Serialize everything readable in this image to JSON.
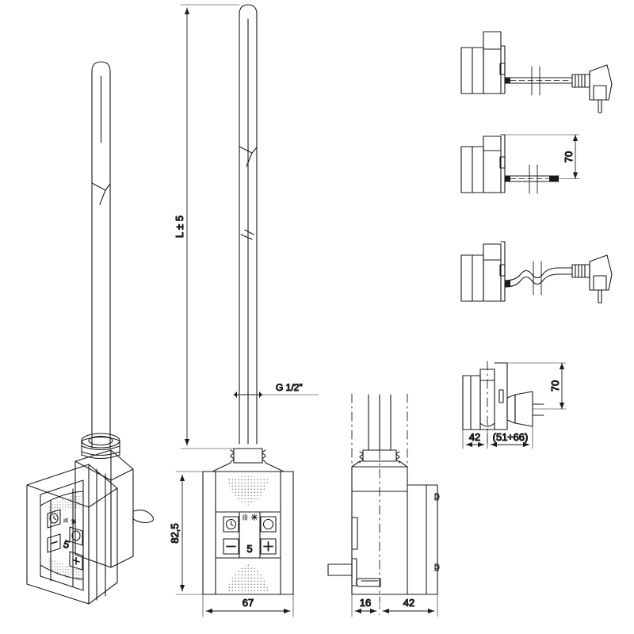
{
  "drawing": {
    "title": "Electric heating element with control head - technical drawing",
    "units": "mm",
    "line_color": "#1a1a1a",
    "dim_color": "#1a1a1a",
    "background": "#ffffff"
  },
  "dimensions": {
    "length_overall": "L ± 5",
    "thread": "G 1/2\"",
    "height_head": "82,5",
    "width_front": "67",
    "depth_offset": "16",
    "depth_body": "42",
    "bracket_height_a": "70",
    "bracket_height_b": "70",
    "cover_width": "42",
    "cover_range": "(51÷66)"
  },
  "control_panel": {
    "display_value": "5",
    "buttons": [
      {
        "name": "timer-button",
        "glyph": "clock"
      },
      {
        "name": "power-button",
        "glyph": "power"
      },
      {
        "name": "minus-button",
        "glyph": "minus"
      },
      {
        "name": "plus-button",
        "glyph": "plus"
      }
    ],
    "indicators": [
      {
        "name": "signal-indicator",
        "glyph": "bars"
      },
      {
        "name": "snowflake-indicator",
        "glyph": "snowflake"
      }
    ]
  },
  "variants": [
    {
      "id": "variant-straight-cable-plug",
      "label": "",
      "has_plug": true,
      "cable": "straight"
    },
    {
      "id": "variant-straight-cable-no-plug",
      "label": "",
      "has_plug": false,
      "cable": "straight",
      "dim": "70"
    },
    {
      "id": "variant-wavy-cable-plug",
      "label": "",
      "has_plug": true,
      "cable": "wavy"
    },
    {
      "id": "variant-masking-cover",
      "label": "",
      "has_plug": false,
      "cable": "none",
      "dim": "70"
    }
  ],
  "views": [
    {
      "id": "view-isometric",
      "name": "isometric-view"
    },
    {
      "id": "view-front",
      "name": "front-view"
    },
    {
      "id": "view-side",
      "name": "side-view"
    },
    {
      "id": "view-details",
      "name": "detail-views"
    }
  ]
}
